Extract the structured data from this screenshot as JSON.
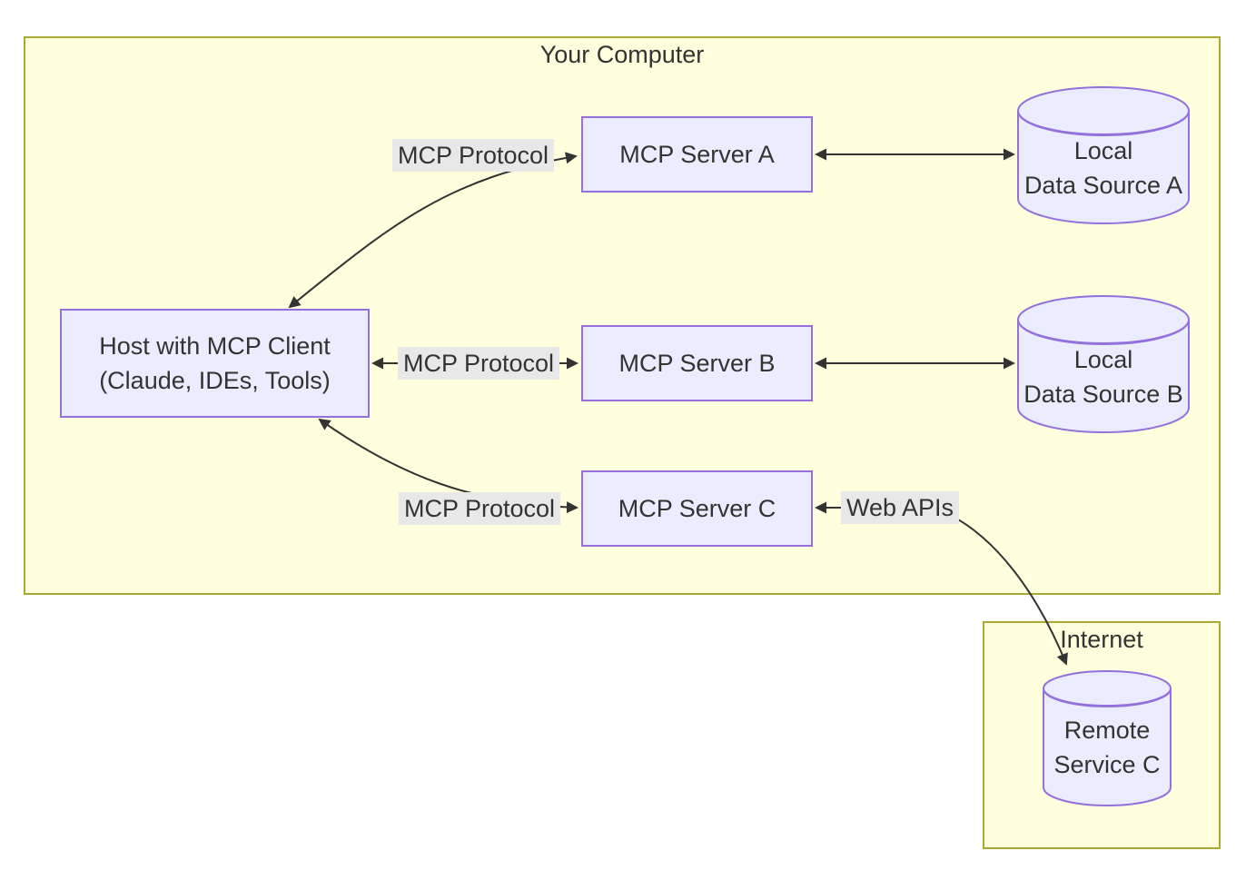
{
  "diagram": {
    "type": "flowchart",
    "colors": {
      "cluster_fill": "#ffffde",
      "cluster_border": "#aaaa33",
      "node_fill": "#ECECFF",
      "node_border": "#9370DB",
      "edge_label_bg": "#e8e8e8",
      "edge_stroke": "#333333",
      "text": "#333333",
      "background": "#ffffff"
    },
    "clusters": {
      "your_computer": {
        "title": "Your Computer"
      },
      "internet": {
        "title": "Internet"
      }
    },
    "nodes": {
      "host": {
        "line1": "Host with MCP Client",
        "line2": "(Claude, IDEs, Tools)",
        "shape": "rect"
      },
      "server_a": {
        "label": "MCP Server A",
        "shape": "rect"
      },
      "server_b": {
        "label": "MCP Server B",
        "shape": "rect"
      },
      "server_c": {
        "label": "MCP Server C",
        "shape": "rect"
      },
      "data_a": {
        "line1": "Local",
        "line2": "Data Source A",
        "shape": "cylinder"
      },
      "data_b": {
        "line1": "Local",
        "line2": "Data Source B",
        "shape": "cylinder"
      },
      "remote_c": {
        "line1": "Remote",
        "line2": "Service C",
        "shape": "cylinder"
      }
    },
    "edge_labels": {
      "protocol_a": "MCP Protocol",
      "protocol_b": "MCP Protocol",
      "protocol_c": "MCP Protocol",
      "web_apis": "Web APIs"
    },
    "edges": [
      {
        "from": "Host with MCP Client",
        "to": "MCP Server A",
        "label": "MCP Protocol",
        "bidirectional": true
      },
      {
        "from": "Host with MCP Client",
        "to": "MCP Server B",
        "label": "MCP Protocol",
        "bidirectional": true
      },
      {
        "from": "Host with MCP Client",
        "to": "MCP Server C",
        "label": "MCP Protocol",
        "bidirectional": true
      },
      {
        "from": "MCP Server A",
        "to": "Local Data Source A",
        "label": "",
        "bidirectional": true
      },
      {
        "from": "MCP Server B",
        "to": "Local Data Source B",
        "label": "",
        "bidirectional": true
      },
      {
        "from": "MCP Server C",
        "to": "Remote Service C",
        "label": "Web APIs",
        "bidirectional": true
      }
    ]
  }
}
